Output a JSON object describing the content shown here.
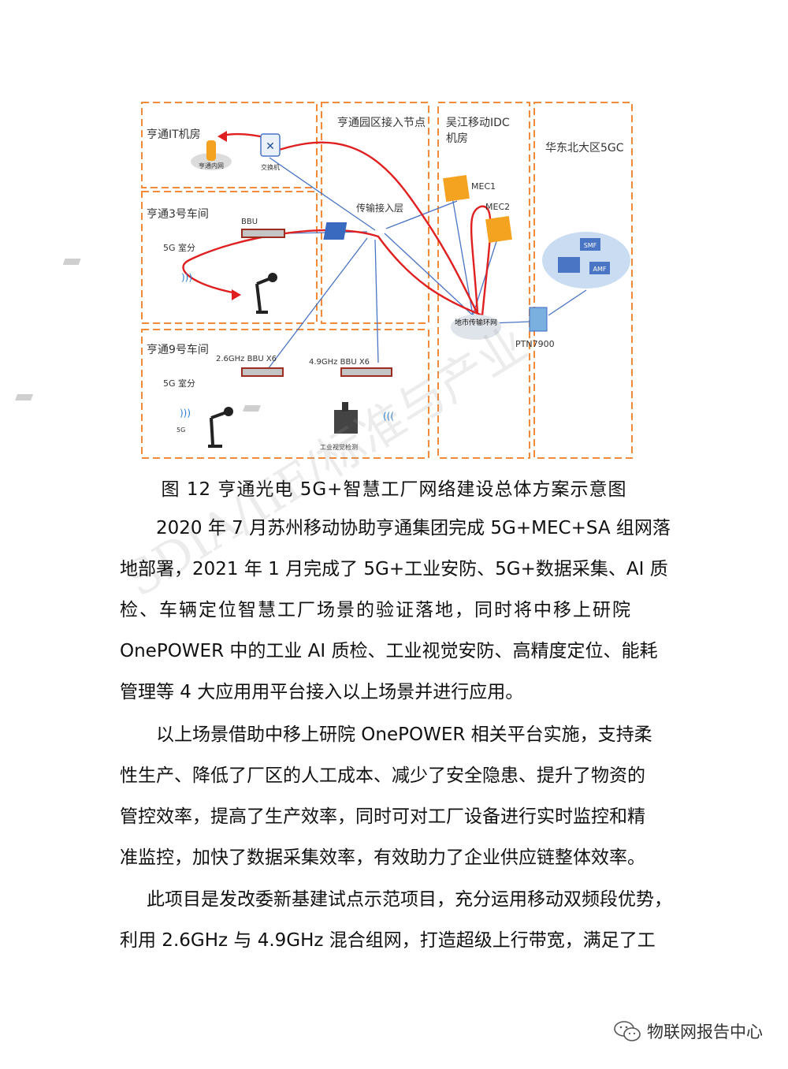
{
  "diagram": {
    "regions": {
      "it_room": "亨通IT机房",
      "workshop3": "亨通3号车间",
      "workshop9": "亨通9号车间",
      "park_node": "亨通园区接入节点",
      "idc": "吴江移动IDC机房",
      "core_5gc": "华东北大区5GC"
    },
    "nodes": {
      "intranet": "亨通内网",
      "switch": "交换机",
      "bbu": "BBU",
      "indoor_5g_a": "5G 室分",
      "transport_layer": "传输接入层",
      "mec1": "MEC1",
      "mec2": "MEC2",
      "metro_ring": "地市传输环网",
      "ptn": "PTN7900",
      "smf": "SMF",
      "amf": "AMF",
      "indoor_5g_b": "5G 室分",
      "bbu_26": "2.6GHz BBU X6",
      "bbu_49": "4.9GHz BBU X6",
      "signal_5g": "5G",
      "visual_inspection": "工业视觉检测"
    },
    "colors": {
      "region_border": "#f28a3a",
      "route_line": "#e02020",
      "link_line": "#4a74c4",
      "mec_fill": "#f4a321",
      "cloud_fill": "#c9dcf2"
    }
  },
  "caption": "图 12  亨通光电 5G+智慧工厂网络建设总体方案示意图",
  "paragraphs": [
    {
      "lines": [
        "2020 年 7 月苏州移动协助亨通集团完成 5G+MEC+SA 组网落",
        "地部署，2021 年 1 月完成了 5G+工业安防、5G+数据采集、AI 质",
        "检、车辆定位智慧工厂场景的验证落地，同时将中移上研院",
        "OnePOWER 中的工业 AI 质检、工业视觉安防、高精度定位、能耗",
        "管理等 4 大应用用平台接入以上场景并进行应用。"
      ]
    },
    {
      "lines": [
        "以上场景借助中移上研院 OnePOWER 相关平台实施，支持柔",
        "性生产、降低了厂区的人工成本、减少了安全隐患、提升了物资的",
        "管控效率，提高了生产效率，同时可对工厂设备进行实时监控和精",
        "准监控，加快了数据采集效率，有效助力了企业供应链整体效率。"
      ]
    },
    {
      "lines": [
        "此项目是发改委新基建试点示范项目，充分运用移动双频段优势，",
        "利用 2.6GHz 与 4.9GHz 混合组网，打造超级上行带宽，满足了工"
      ]
    }
  ],
  "watermark": "SDIA/IIF/标准与产业",
  "footer": "物联网报告中心"
}
